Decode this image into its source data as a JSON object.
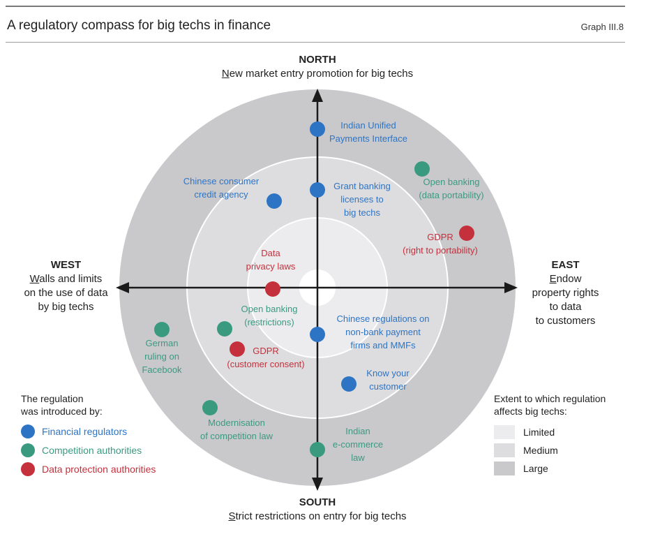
{
  "header": {
    "title": "A regulatory compass for big techs in finance",
    "graph_number": "Graph III.8"
  },
  "directions": {
    "north": {
      "heading": "NORTH",
      "first_letter": "N",
      "rest": "ew market entry promotion for big techs"
    },
    "south": {
      "heading": "SOUTH",
      "first_letter": "S",
      "rest": "trict restrictions on entry for big techs"
    },
    "west": {
      "heading": "WEST",
      "first_letter": "W",
      "line1_rest": "alls and limits",
      "line2": "on the use of data",
      "line3": "by big techs"
    },
    "east": {
      "heading": "EAST",
      "first_letter": "E",
      "line1_rest": "ndow",
      "line2": "property rights",
      "line3": "to data",
      "line4": "to customers"
    }
  },
  "colors": {
    "financial": "#2e74c4",
    "competition": "#3a9a80",
    "data_protection": "#c4303c",
    "ring_large": "#c9c9cb",
    "ring_medium": "#dddddf",
    "ring_limited": "#ececee"
  },
  "regulations": [
    {
      "name": "Indian Unified Payments Interface",
      "lines": [
        "Indian Unified",
        "Payments Interface"
      ],
      "authority": "financial"
    },
    {
      "name": "Chinese consumer credit agency",
      "lines": [
        "Chinese consumer",
        "credit agency"
      ],
      "authority": "financial"
    },
    {
      "name": "Grant banking licenses to big techs",
      "lines": [
        "Grant banking",
        "licenses to",
        "big techs"
      ],
      "authority": "financial"
    },
    {
      "name": "Open banking (data portability)",
      "lines": [
        "Open banking",
        "(data portability)"
      ],
      "authority": "competition"
    },
    {
      "name": "GDPR (right to portability)",
      "lines": [
        "GDPR",
        "(right to portability)"
      ],
      "authority": "data_protection"
    },
    {
      "name": "Data privacy laws",
      "lines": [
        "Data",
        "privacy laws"
      ],
      "authority": "data_protection"
    },
    {
      "name": "Open banking (restrictions)",
      "lines": [
        "Open banking",
        "(restrictions)"
      ],
      "authority": "competition"
    },
    {
      "name": "GDPR (customer consent)",
      "lines": [
        "GDPR",
        "(customer consent)"
      ],
      "authority": "data_protection"
    },
    {
      "name": "Chinese regulations on non-bank payment firms and MMFs",
      "lines": [
        "Chinese regulations on",
        "non-bank payment",
        "firms and MMFs"
      ],
      "authority": "financial"
    },
    {
      "name": "German ruling on Facebook",
      "lines": [
        "German",
        "ruling on",
        "Facebook"
      ],
      "authority": "competition"
    },
    {
      "name": "Know your customer",
      "lines": [
        "Know your",
        "customer"
      ],
      "authority": "financial"
    },
    {
      "name": "Modernisation of competition law",
      "lines": [
        "Modernisation",
        "of competition law"
      ],
      "authority": "competition"
    },
    {
      "name": "Indian e-commerce law",
      "lines": [
        "Indian",
        "e-commerce",
        "law"
      ],
      "authority": "competition"
    }
  ],
  "legend_authority": {
    "caption_line1": "The regulation",
    "caption_line2": "was introduced by:",
    "items": [
      {
        "key": "financial",
        "label": "Financial regulators"
      },
      {
        "key": "competition",
        "label": "Competition authorities"
      },
      {
        "key": "data_protection",
        "label": "Data protection authorities"
      }
    ]
  },
  "legend_extent": {
    "caption_line1": "Extent to which regulation",
    "caption_line2": "affects big techs:",
    "items": [
      {
        "key": "ring_limited",
        "label": "Limited"
      },
      {
        "key": "ring_medium",
        "label": "Medium"
      },
      {
        "key": "ring_large",
        "label": "Large"
      }
    ]
  }
}
